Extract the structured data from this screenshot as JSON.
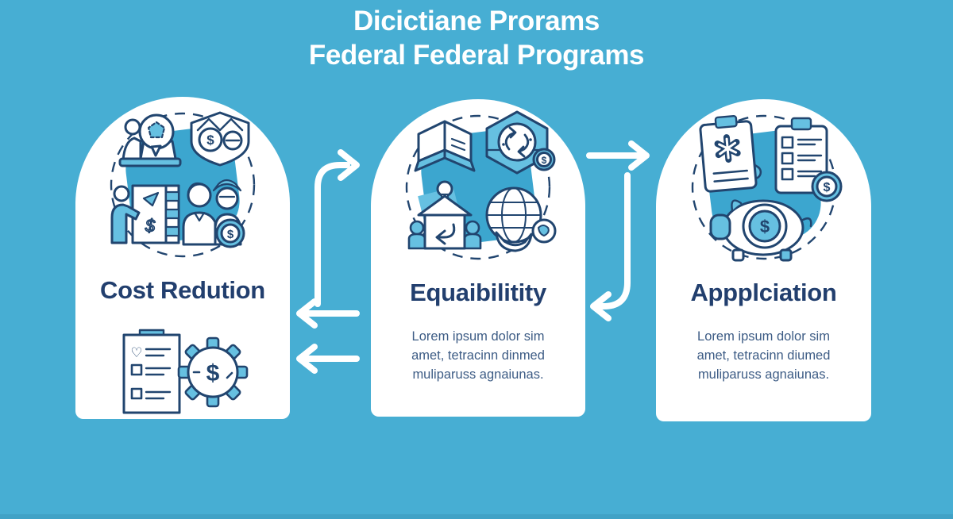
{
  "header": {
    "title_line1": "Dicictiane Prorams",
    "title_line2": "Federal Federal Programs"
  },
  "cards": [
    {
      "id": "cost-reduction",
      "title": "Cost Redution",
      "body": "",
      "cluster_icons": [
        "presentation-idea-icon",
        "savings-shield-icon",
        "budget-planning-icon",
        "family-finance-icon"
      ],
      "footer_icons": [
        "checklist-clipboard-icon",
        "gear-dollar-icon"
      ]
    },
    {
      "id": "equability",
      "title": "Equaibilitity",
      "body": "Lorem ipsum dolor sim\namet, tetracinn dinmed\nmuliparuss agnaiunas.",
      "cluster_icons": [
        "open-box-icon",
        "renewal-hexagon-icon",
        "housing-return-icon",
        "global-search-icon"
      ]
    },
    {
      "id": "application",
      "title": "Appplciation",
      "body": "Lorem ipsum dolor sim\namet, tetracinn diumed\nmuliparuss agnaiunas.",
      "cluster_icons": [
        "medical-form-icon",
        "benefits-checklist-icon",
        "piggy-bank-icon"
      ]
    }
  ],
  "flow": {
    "arrows": [
      "curve-right-card1-to-card2",
      "left-arrow-upper",
      "left-arrow-lower",
      "right-arrow-card2-to-card3",
      "curve-left-card3-to-card2"
    ],
    "arrow_color": "#FFFFFF"
  },
  "glyphs": {
    "dollar": "$",
    "heart": "♡"
  },
  "colors": {
    "background": "#47AED3",
    "bottom_strip": "#40A2C6",
    "card": "#FFFFFF",
    "title_navy": "#223F6E",
    "body_text": "#3D5C85",
    "icon_stroke": "#21456F",
    "icon_accent": "#66C0E1",
    "blob": "#3CA6CF",
    "header_text": "#FFFFFF"
  }
}
